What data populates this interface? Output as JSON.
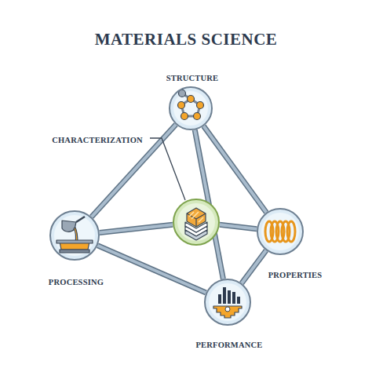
{
  "diagram": {
    "title": "MATERIALS SCIENCE",
    "nodes": [
      {
        "text": [
          "STRUCTURE"
        ]
      },
      {
        "text": [
          "CHARACTERIZATION"
        ]
      },
      {
        "text": [
          "PROCESSING"
        ]
      },
      {
        "text": [
          "PROPERTIES"
        ]
      },
      {
        "text": [
          "PERFORMANCE"
        ]
      }
    ],
    "edges": [
      {
        "from": 0,
        "to": 2,
        "arrow": "none"
      },
      {
        "from": 0,
        "to": 3,
        "arrow": "none"
      },
      {
        "from": 0,
        "to": 4,
        "arrow": "none"
      },
      {
        "from": 2,
        "to": 1,
        "arrow": "none"
      },
      {
        "from": 1,
        "to": 3,
        "arrow": "none"
      },
      {
        "from": 2,
        "to": 4,
        "arrow": "none"
      },
      {
        "from": 4,
        "to": 3,
        "arrow": "none"
      }
    ]
  }
}
